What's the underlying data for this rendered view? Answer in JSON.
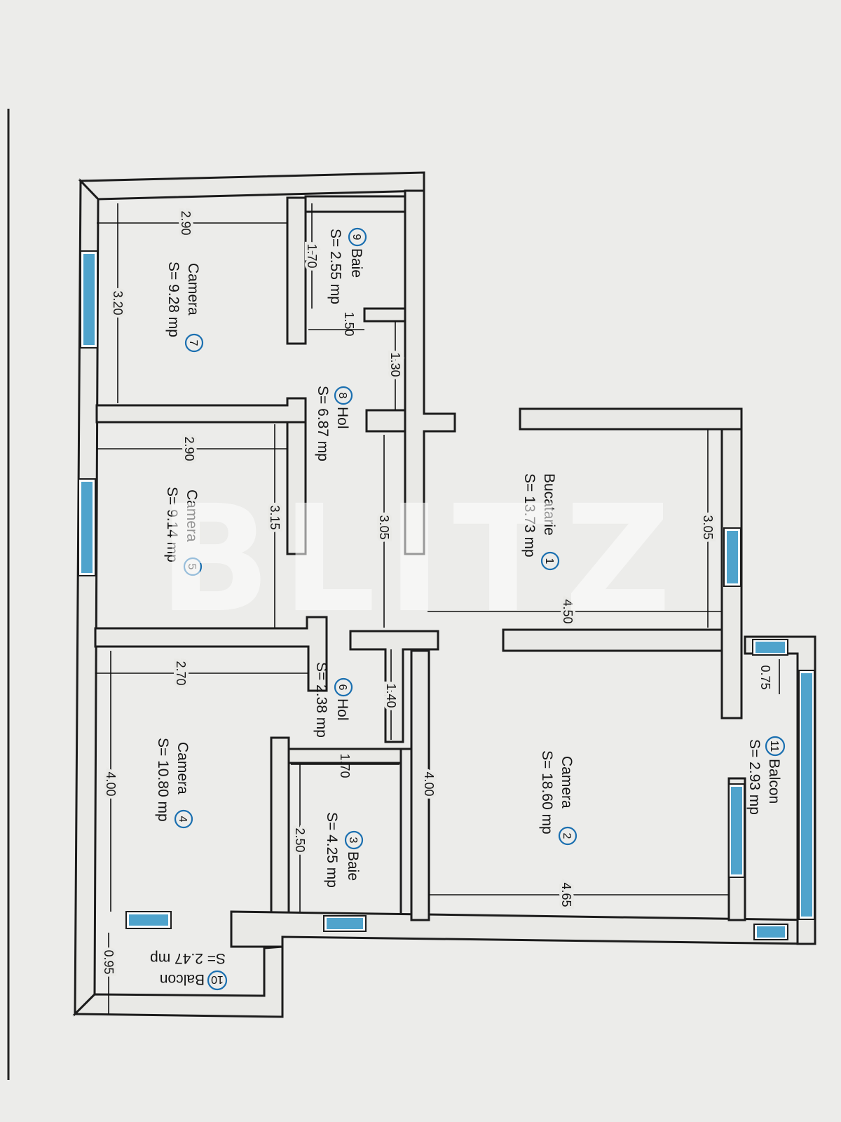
{
  "rooms": {
    "r1": {
      "name": "Bucatarie",
      "num": "1",
      "area": "S= 13.73 mp"
    },
    "r2": {
      "name": "Camera",
      "num": "2",
      "area": "S= 18.60 mp"
    },
    "r3": {
      "name": "Baie",
      "num": "3",
      "area": "S= 4.25 mp"
    },
    "r4": {
      "name": "Camera",
      "num": "4",
      "area": "S= 10.80 mp"
    },
    "r5": {
      "name": "Camera",
      "num": "5",
      "area": "S= 9.14 mp"
    },
    "r6": {
      "name": "Hol",
      "num": "6",
      "area": "S= 2.38 mp"
    },
    "r7": {
      "name": "Camera",
      "num": "7",
      "area": "S= 9.28 mp"
    },
    "r8": {
      "name": "Hol",
      "num": "8",
      "area": "S= 6.87 mp"
    },
    "r9": {
      "name": "Baie",
      "num": "9",
      "area": "S= 2.55 mp"
    },
    "r10": {
      "name": "Balcon",
      "num": "10",
      "area": "S= 2.47 mp"
    },
    "r11": {
      "name": "Balcon",
      "num": "11",
      "area": "S= 2.93 mp"
    }
  },
  "dims": {
    "d1": "2.90",
    "d2": "1.70",
    "d3": "3.20",
    "d4": "1.50",
    "d5": "1.30",
    "d6": "2.90",
    "d7": "3.15",
    "d8": "3.05",
    "d9": "3.05",
    "d10": "4.50",
    "d11": "2.70",
    "d12": "1.40",
    "d13": "0.75",
    "d14": "1.70",
    "d15": "4.00",
    "d16": "4.00",
    "d17": "2.50",
    "d18": "4.65",
    "d19": "0.95"
  },
  "watermark": "BLITZ"
}
